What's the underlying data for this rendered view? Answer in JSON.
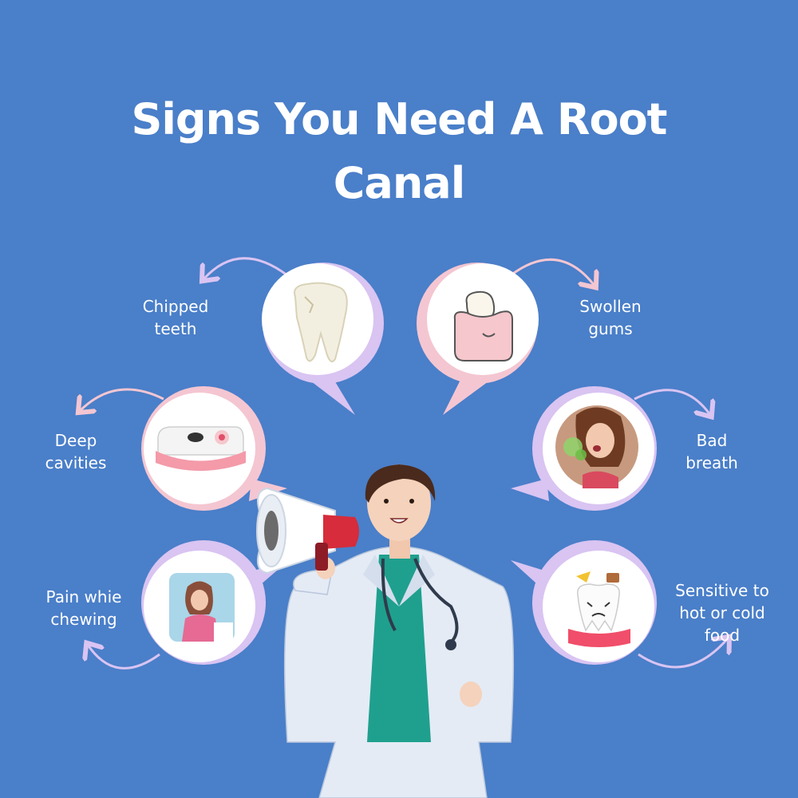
{
  "title": {
    "line1": "Signs You Need A Root",
    "line2": "Canal"
  },
  "signs": [
    {
      "label": "Chipped\nteeth",
      "icon": "chipped-tooth-icon"
    },
    {
      "label": "Swollen\ngums",
      "icon": "swollen-gums-icon"
    },
    {
      "label": "Deep\ncavities",
      "icon": "cavity-teeth-icon"
    },
    {
      "label": "Bad\nbreath",
      "icon": "bad-breath-icon"
    },
    {
      "label": "Pain whie\nchewing",
      "icon": "jaw-pain-icon"
    },
    {
      "label": "Sensitive to\nhot or cold\nfood",
      "icon": "sensitive-tooth-icon"
    }
  ],
  "colors": {
    "background": "#4a7fc9",
    "pink_ring": "#f4c6d2",
    "lavender_ring": "#d9c4f2",
    "doctor_coat": "#e4ebf5",
    "scrubs": "#1fa08e",
    "megaphone_red": "#d62c3b"
  }
}
